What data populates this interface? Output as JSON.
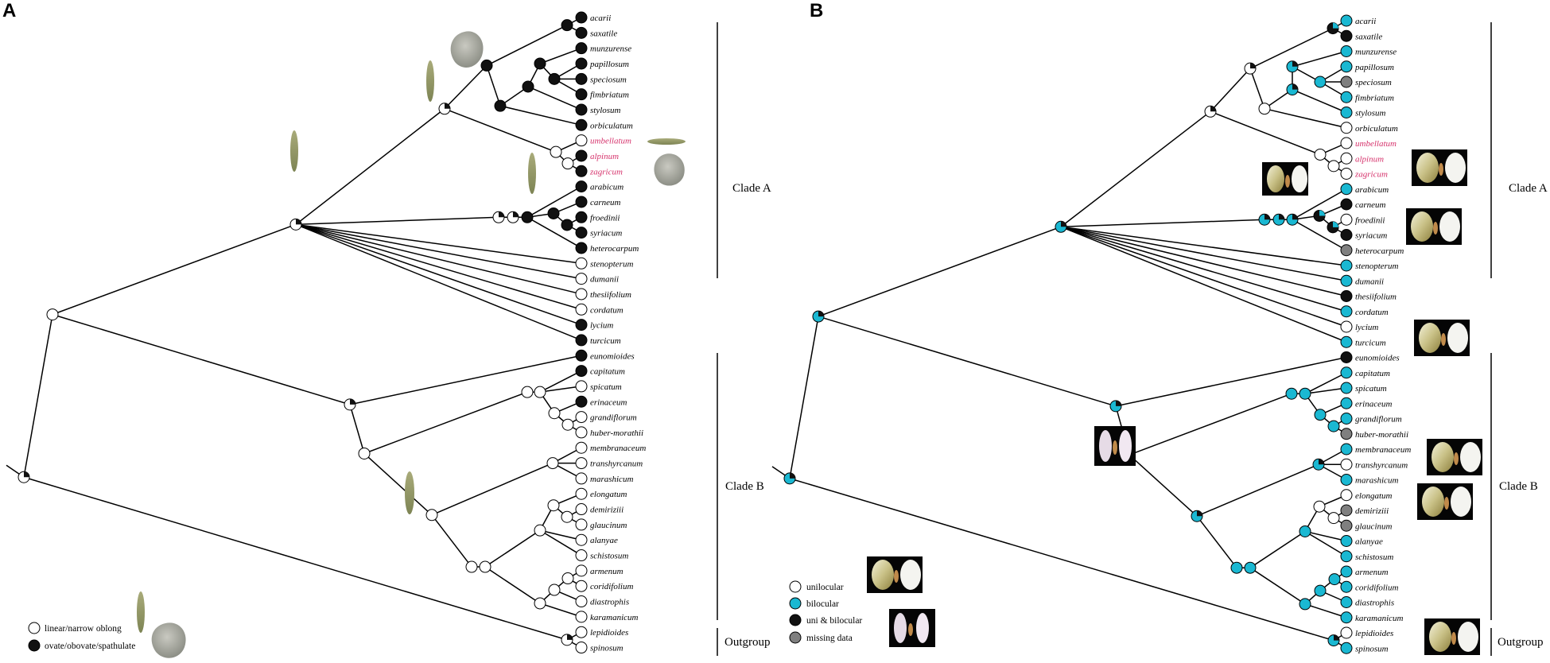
{
  "panels": [
    {
      "id": "A",
      "letter": "A",
      "legend": [
        {
          "label": "linear/narrow oblong",
          "fill": "#ffffff"
        },
        {
          "label": "ovate/obovate/spathulate",
          "fill": "#111111"
        }
      ],
      "tip_states": [
        "k",
        "k",
        "k",
        "k",
        "k",
        "k",
        "k",
        "k",
        "w",
        "k",
        "k",
        "k",
        "k",
        "k",
        "k",
        "k",
        "w",
        "w",
        "w",
        "w",
        "k",
        "k",
        "k",
        "k",
        "w",
        "k",
        "w",
        "w",
        "w",
        "w",
        "w",
        "w",
        "w",
        "w",
        "w",
        "w",
        "w",
        "w",
        "w",
        "w",
        "w",
        "w"
      ]
    },
    {
      "id": "B",
      "letter": "B",
      "legend": [
        {
          "label": "unilocular",
          "fill": "#ffffff"
        },
        {
          "label": "bilocular",
          "fill": "#1ab8d2"
        },
        {
          "label": "uni & bilocular",
          "fill": "#111111"
        },
        {
          "label": "missing data",
          "fill": "#7f7f7f"
        }
      ],
      "tip_states": [
        "c",
        "k",
        "c",
        "c",
        "g",
        "c",
        "c",
        "w",
        "w",
        "w",
        "w",
        "c",
        "k",
        "w",
        "k",
        "g",
        "c",
        "c",
        "k",
        "c",
        "w",
        "c",
        "k",
        "c",
        "c",
        "c",
        "c",
        "g",
        "c",
        "w",
        "c",
        "w",
        "g",
        "g",
        "c",
        "c",
        "c",
        "c",
        "c",
        "c",
        "w",
        "c"
      ]
    }
  ],
  "taxa": [
    "acarii",
    "saxatile",
    "munzurense",
    "papillosum",
    "speciosum",
    "fimbriatum",
    "stylosum",
    "orbiculatum",
    "umbellatum",
    "alpinum",
    "zagricum",
    "arabicum",
    "carneum",
    "froedinii",
    "syriacum",
    "heterocarpum",
    "stenopterum",
    "dumanii",
    "thesiifolium",
    "cordatum",
    "lycium",
    "turcicum",
    "eunomioides",
    "capitatum",
    "spicatum",
    "erinaceum",
    "grandiflorum",
    "huber-morathii",
    "membranaceum",
    "transhyrcanum",
    "marashicum",
    "elongatum",
    "demiriziii",
    "glaucinum",
    "alanyae",
    "schistosum",
    "armenum",
    "coridifolium",
    "diastrophis",
    "karamanicum",
    "lepidioides",
    "spinosum"
  ],
  "highlighted_taxa": [
    "umbellatum",
    "alpinum",
    "zagricum"
  ],
  "clades": {
    "clade_a": "Clade A",
    "clade_b": "Clade B",
    "outgroup": "Outgroup"
  },
  "colors": {
    "bilocular": "#1ab8d2",
    "highlight_text": "#d6336c",
    "missing": "#7f7f7f",
    "black": "#111111",
    "white": "#ffffff"
  }
}
